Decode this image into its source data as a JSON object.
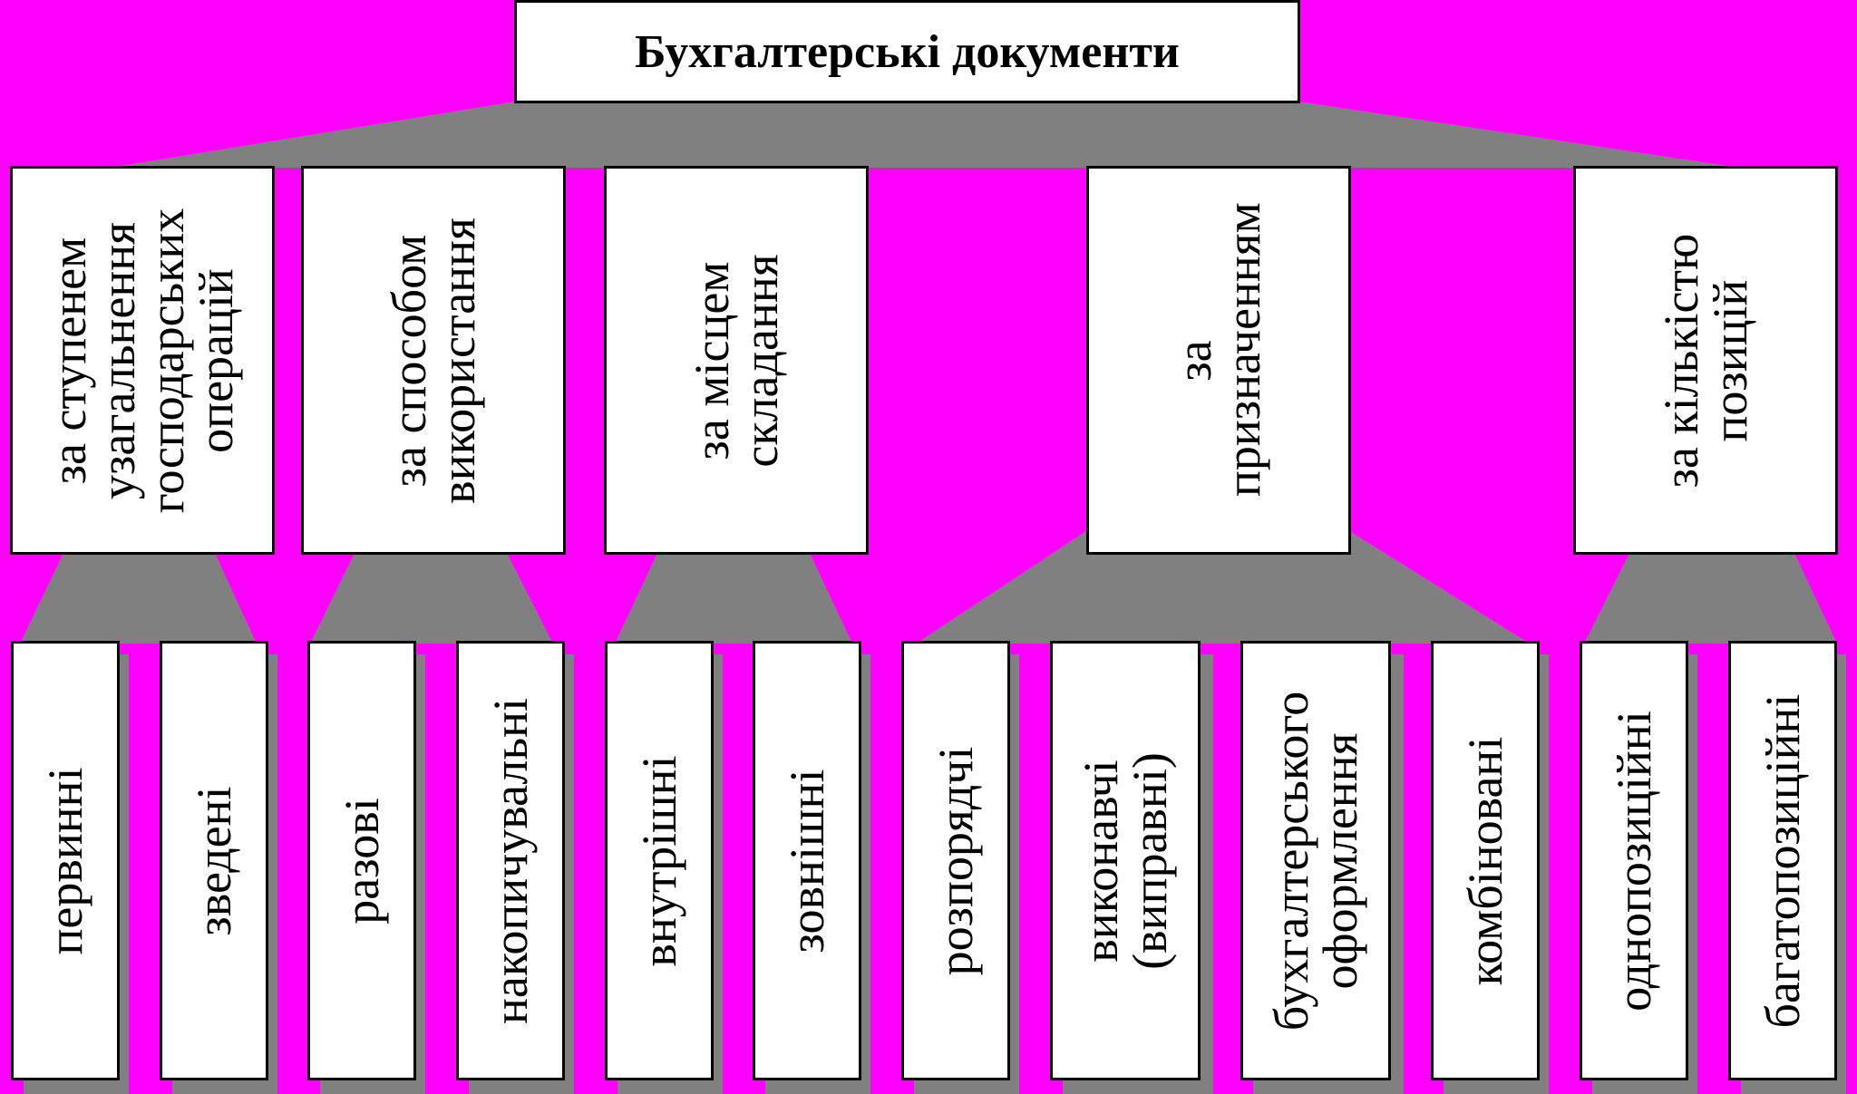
{
  "colors": {
    "background": "#ff00ff",
    "connector": "#808080",
    "box_fill": "#ffffff",
    "box_border": "#000000",
    "text": "#000000"
  },
  "root": {
    "label": "Бухгалтерські документи"
  },
  "categories": [
    {
      "label": "за ступенем узагальнення господарських операцій",
      "children": [
        "первинні",
        "зведені"
      ]
    },
    {
      "label": "за способом використання",
      "children": [
        "разові",
        "накопичувальні"
      ]
    },
    {
      "label": "за місцем складання",
      "children": [
        "внутрішні",
        "зовнішні"
      ]
    },
    {
      "label": "за призначенням",
      "children": [
        "розпорядчі",
        "виконавчі (виправні)",
        "бухгалтерського оформлення",
        "комбіновані"
      ]
    },
    {
      "label": "за кількістю позицій",
      "children": [
        "однопозиційні",
        "багатопозиційні"
      ]
    }
  ]
}
